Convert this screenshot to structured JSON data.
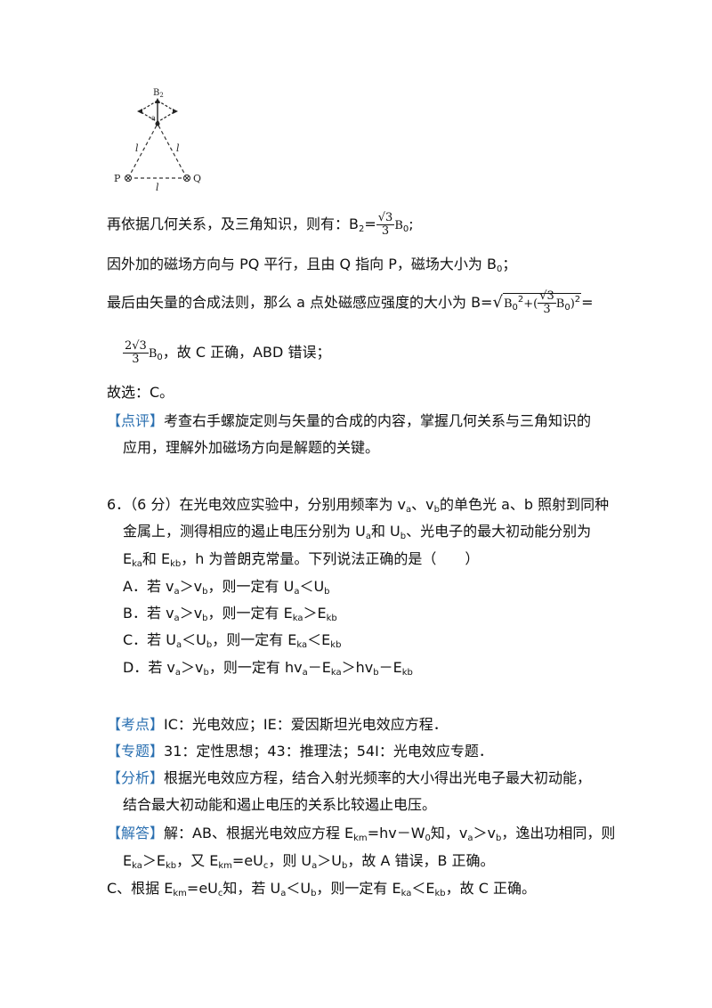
{
  "figure": {
    "label_b2": "B",
    "label_b2_sub": "2",
    "label_a": "a",
    "label_l_left": "l",
    "label_l_right": "l",
    "label_l_bottom": "l",
    "label_p": "P",
    "label_q": "Q"
  },
  "solution_top": {
    "l1_pre": "再依据几何关系，及三角知识，则有：B",
    "l1_sub": "2",
    "l1_eq": "=",
    "l1_num": "√3",
    "l1_den": "3",
    "l1_b0": "B",
    "l1_b0_sub": "0",
    "l1_end": ";",
    "l2": "因外加的磁场方向与 PQ 平行，且由 Q 指向 P，磁场大小为 B",
    "l2_sub": "0",
    "l2_end": "；",
    "l3_pre": "最后由矢量的合成法则，那么 a 点处磁感应强度的大小为 B=",
    "l3_b0": "B",
    "l3_b0_sub": "0",
    "l3_b0_sup": "2",
    "l3_plus": "+(",
    "l3_num": "√3",
    "l3_den": "3",
    "l3_b0b": "B",
    "l3_b0b_sub": "0",
    "l3_close": ")",
    "l3_sup2": "2",
    "l3_eq": "=",
    "l4_num": "2√3",
    "l4_den": "3",
    "l4_b0": "B",
    "l4_b0_sub": "0",
    "l4_text": "，故 C 正确，ABD 错误；",
    "l5": "故选：C。",
    "review_tag": "【点评】",
    "review_1": "考查右手螺旋定则与矢量的合成的内容，掌握几何关系与三角知识的",
    "review_2": "应用，理解外加磁场方向是解题的关键。"
  },
  "question": {
    "q1": "6．（6 分）在光电效应实验中，分别用频率为 v",
    "q1_a": "a",
    "q1_mid": "、v",
    "q1_b": "b",
    "q1_end": "的单色光 a、b 照射到同种",
    "q2": "金属上，测得相应的遏止电压分别为 U",
    "q2_a": "a",
    "q2_mid": "和 U",
    "q2_b": "b",
    "q2_end": "、光电子的最大初动能分别为",
    "q3": "E",
    "q3_ka": "ka",
    "q3_mid": "和 E",
    "q3_kb": "kb",
    "q3_end": "，h 为普朗克常量。下列说法正确的是（　　）",
    "optA": "A．若 v",
    "optA_a": "a",
    "optA_gt": "＞v",
    "optA_b": "b",
    "optA_mid": "，则一定有 U",
    "optA_ua": "a",
    "optA_lt": "＜U",
    "optA_ub": "b",
    "optB": "B．若 v",
    "optB_a": "a",
    "optB_gt": "＞v",
    "optB_b": "b",
    "optB_mid": "，则一定有 E",
    "optB_ka": "ka",
    "optB_gt2": "＞E",
    "optB_kb": "kb",
    "optC": "C．若 U",
    "optC_a": "a",
    "optC_lt": "＜U",
    "optC_b": "b",
    "optC_mid": "，则一定有 E",
    "optC_ka": "ka",
    "optC_lt2": "＜E",
    "optC_kb": "kb",
    "optD": "D．若 v",
    "optD_a": "a",
    "optD_gt": "＞v",
    "optD_b": "b",
    "optD_mid": "，则一定有 hv",
    "optD_a2": "a",
    "optD_m1": "－E",
    "optD_ka": "ka",
    "optD_gt2": "＞hv",
    "optD_b2": "b",
    "optD_m2": "－E",
    "optD_kb": "kb"
  },
  "answer": {
    "kd_tag": "【考点】",
    "kd_text": "IC：光电效应；IE：爱因斯坦光电效应方程．",
    "zt_tag": "【专题】",
    "zt_text": "31：定性思想；43：推理法；54I：光电效应专题．",
    "fx_tag": "【分析】",
    "fx_1": "根据光电效应方程，结合入射光频率的大小得出光电子最大初动能，",
    "fx_2": "结合最大初动能和遏止电压的关系比较遏止电压。",
    "jd_tag": "【解答】",
    "jd_1a": "解：AB、根据光电效应方程 E",
    "jd_1_km": "km",
    "jd_1b": "=hv－W",
    "jd_1_0": "0",
    "jd_1c": "知，v",
    "jd_1_a": "a",
    "jd_1d": "＞v",
    "jd_1_b": "b",
    "jd_1e": "，逸出功相同，则",
    "jd_2a": "E",
    "jd_2_ka": "ka",
    "jd_2b": "＞E",
    "jd_2_kb": "kb",
    "jd_2c": "，又 E",
    "jd_2_km": "km",
    "jd_2d": "=eU",
    "jd_2_c": "c",
    "jd_2e": "，则 U",
    "jd_2_a": "a",
    "jd_2f": "＞U",
    "jd_2_b": "b",
    "jd_2g": "，故 A 错误，B 正确。",
    "c_1a": "C、根据 E",
    "c_1_km": "km",
    "c_1b": "=eU",
    "c_1_c": "c",
    "c_1c": "知，若 U",
    "c_1_a": "a",
    "c_1d": "＜U",
    "c_1_b": "b",
    "c_1e": "，则一定有 E",
    "c_1_ka": "ka",
    "c_1f": "＜E",
    "c_1_kb": "kb",
    "c_1g": "，故 C 正确。"
  }
}
